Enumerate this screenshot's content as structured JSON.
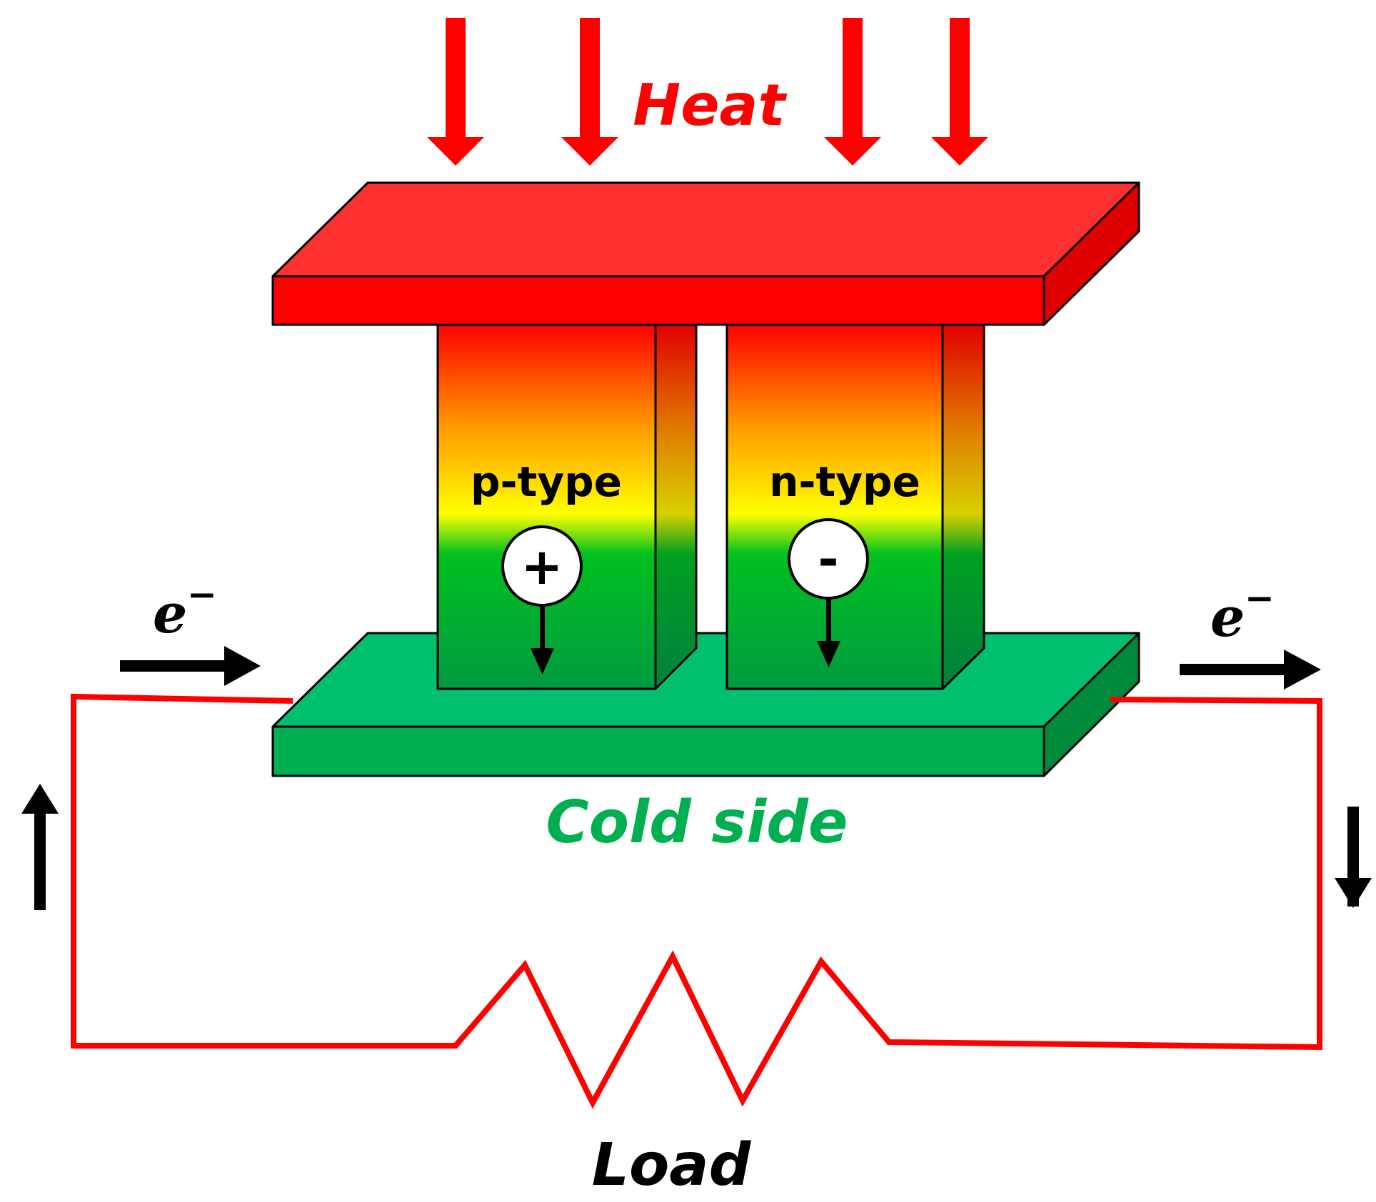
{
  "labels": {
    "heat": "Heat",
    "cold_side": "Cold side",
    "load": "Load",
    "p_type": "p-type",
    "n_type": "n-type",
    "carrier_plus": "+",
    "carrier_minus": "-",
    "electron_left": "e",
    "electron_right": "e",
    "electron_charge": "−"
  },
  "colors": {
    "hot": "#ff0000",
    "hot_light": "#ff3030",
    "cold": "#00b050",
    "cold_light": "#00c070",
    "warm_mid": "#ffa500",
    "neutral_mid": "#ffff00",
    "wire": "#ff0000",
    "arrow": "#000000"
  },
  "icons": {
    "heat_arrows": "arrow-down-icon",
    "current_arrows": "arrow-icon",
    "resistor": "resistor-zigzag-icon",
    "hole": "plus-circle-icon",
    "electron": "minus-circle-icon"
  }
}
